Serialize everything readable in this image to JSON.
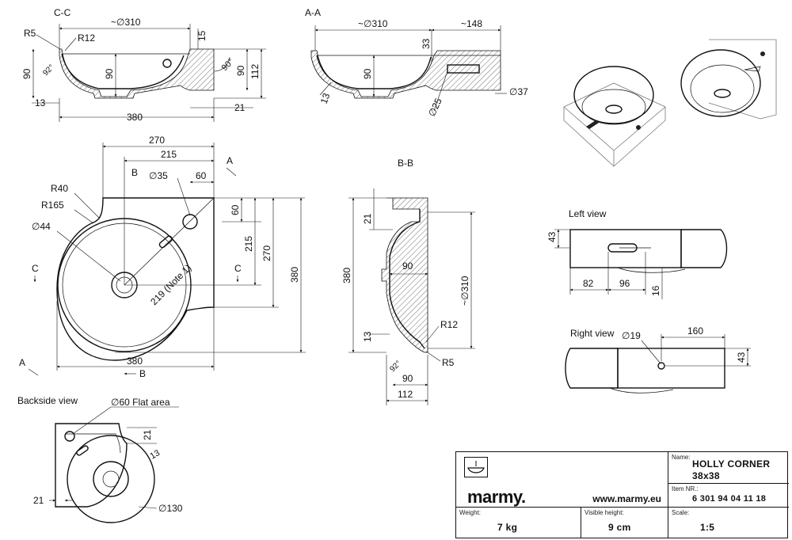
{
  "sections": {
    "cc": "C-C",
    "aa": "A-A",
    "bb": "B-B",
    "left_view": "Left view",
    "right_view": "Right view",
    "backside_view": "Backside view"
  },
  "cc_dims": {
    "d310": "~∅310",
    "r5": "R5",
    "r12": "R12",
    "v15": "15",
    "v90a": "90",
    "v90b": "90",
    "ang": "90°",
    "v90c": "90",
    "v112": "112",
    "v13": "13",
    "v21": "21",
    "v380": "380",
    "ang92": "92°"
  },
  "aa_dims": {
    "d310": "~∅310",
    "v148": "~148",
    "v33": "33",
    "v90": "90",
    "v13": "13",
    "d25": "∅25",
    "d37": "∅37"
  },
  "plan_dims": {
    "v270top": "270",
    "v215top": "215",
    "d35": "∅35",
    "v60": "60",
    "r40": "R40",
    "r165": "R165",
    "d44": "∅44",
    "v60v": "60",
    "v215": "215",
    "v270": "270",
    "v380": "380",
    "v380b": "380",
    "note": "219 (Note 1)",
    "mA": "A",
    "mB": "B",
    "mC": "C"
  },
  "bb_dims": {
    "v21": "21",
    "v380": "380",
    "v90": "90",
    "d310": "~∅310",
    "v13": "13",
    "r12": "R12",
    "r5": "R5",
    "ang92": "92°",
    "v90b": "90",
    "v112": "112"
  },
  "left_dims": {
    "v43": "43",
    "v82": "82",
    "v96": "96",
    "v16": "16"
  },
  "right_dims": {
    "d19": "∅19",
    "v160": "160",
    "v43": "43"
  },
  "back_dims": {
    "flat": "∅60 Flat area",
    "v21": "21",
    "v13": "13",
    "v21b": "21",
    "d130": "∅130"
  },
  "title_block": {
    "brand": "marmy.",
    "website": "www.marmy.eu",
    "name_label": "Name:",
    "name_line1": "HOLLY CORNER",
    "name_line2": "38x38",
    "item_label": "Item NR.:",
    "item_nr": "6 301 94 04 11 18",
    "weight_label": "Weight:",
    "weight": "7 kg",
    "height_label": "Visible height:",
    "height": "9 cm",
    "scale_label": "Scale:",
    "scale": "1:5"
  }
}
